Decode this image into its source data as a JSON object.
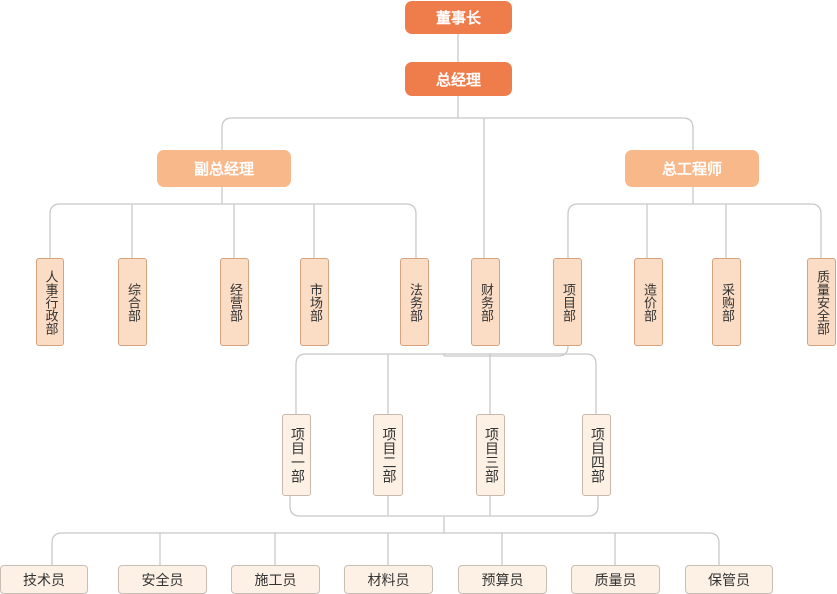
{
  "chairman": "董事长",
  "gm": "总经理",
  "deputy_gm": "副总经理",
  "chief_engineer": "总工程师",
  "depts": {
    "hr": "人事行政部",
    "general": "综合部",
    "business": "经营部",
    "market": "市场部",
    "legal": "法务部",
    "finance": "财务部",
    "project": "项目部",
    "cost": "造价部",
    "purchase": "采购部",
    "quality_safety": "质量安全部"
  },
  "projects": [
    "项目一部",
    "项目二部",
    "项目三部",
    "项目四部"
  ],
  "staff": [
    "技术员",
    "安全员",
    "施工员",
    "材料员",
    "预算员",
    "质量员",
    "保管员"
  ],
  "colors": {
    "top": "#ef7d4c",
    "level2": "#f8b88a",
    "dept": "#fbdcc5",
    "project": "#fdf1e5",
    "line": "#c8c8c8"
  }
}
